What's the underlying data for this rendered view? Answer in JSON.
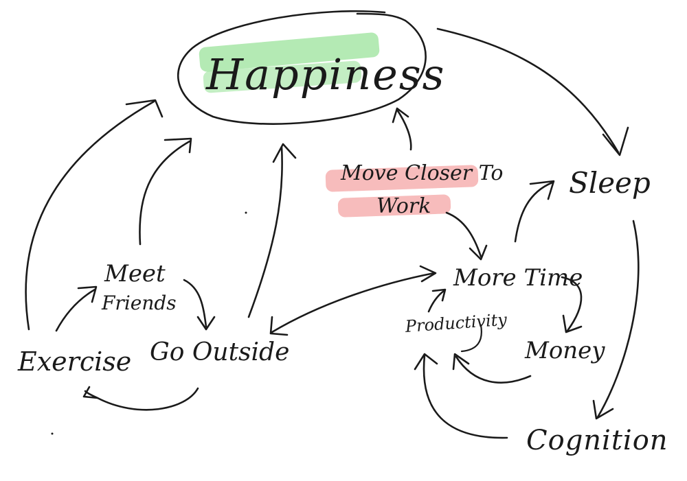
{
  "nodes": {
    "happiness": "Happiness",
    "sleep": "Sleep",
    "more_time": "More Time",
    "money": "Money",
    "productivity": "Productivity",
    "cognition": "Cognition",
    "meet_friends_line1": "Meet",
    "meet_friends_line2": "Friends",
    "go_outside": "Go Outside",
    "exercise": "Exercise",
    "move_closer_line1": "Move Closer To",
    "move_closer_line2": "Work"
  },
  "colors": {
    "ink": "#1a1a1a",
    "happiness_highlight": "#9be39b",
    "move_closer_highlight": "#f4a6a6"
  },
  "edges": [
    {
      "from": "exercise",
      "to": "happiness"
    },
    {
      "from": "exercise",
      "to": "meet_friends"
    },
    {
      "from": "meet_friends",
      "to": "happiness"
    },
    {
      "from": "meet_friends",
      "to": "go_outside"
    },
    {
      "from": "go_outside",
      "to": "happiness"
    },
    {
      "from": "go_outside",
      "to": "exercise"
    },
    {
      "from": "go_outside",
      "to": "more_time",
      "bidirectional": true
    },
    {
      "from": "move_closer",
      "to": "happiness"
    },
    {
      "from": "move_closer",
      "to": "more_time"
    },
    {
      "from": "happiness",
      "to": "sleep"
    },
    {
      "from": "more_time",
      "to": "sleep"
    },
    {
      "from": "more_time",
      "to": "money"
    },
    {
      "from": "productivity",
      "to": "more_time"
    },
    {
      "from": "money",
      "to": "productivity"
    },
    {
      "from": "sleep",
      "to": "cognition"
    },
    {
      "from": "cognition",
      "to": "productivity"
    }
  ]
}
